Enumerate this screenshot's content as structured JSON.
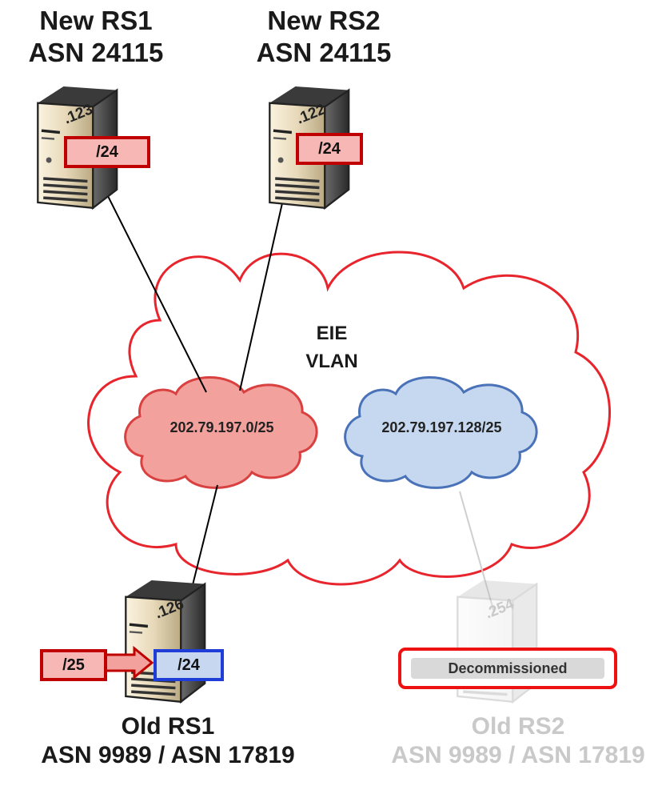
{
  "servers": [
    {
      "id": "new-rs1",
      "title": "New RS1",
      "asn": "ASN 24115",
      "addr": ".123",
      "prefix": "/24"
    },
    {
      "id": "new-rs2",
      "title": "New RS2",
      "asn": "ASN 24115",
      "addr": ".122",
      "prefix": "/24"
    },
    {
      "id": "old-rs1",
      "title": "Old RS1",
      "asn": "ASN 9989 / ASN 17819",
      "addr": ".126",
      "old_prefix": "/25",
      "new_prefix": "/24"
    },
    {
      "id": "old-rs2",
      "title": "Old RS2",
      "asn": "ASN 9989 / ASN 17819",
      "addr": ".254",
      "status": "Decommissioned"
    }
  ],
  "cloud": {
    "name_line1": "EIE",
    "name_line2": "VLAN",
    "subnet_a": "202.79.197.0/25",
    "subnet_b": "202.79.197.128/25"
  },
  "colors": {
    "cloud_outline": "#e8242c",
    "subnet_a_fill": "#f3a19d",
    "subnet_b_fill": "#c5d8ef",
    "box_red_border": "#c00000",
    "box_red_fill": "#f7b7b5",
    "box_blue_border": "#1f3ed8",
    "faded": "#c9c9c9"
  }
}
